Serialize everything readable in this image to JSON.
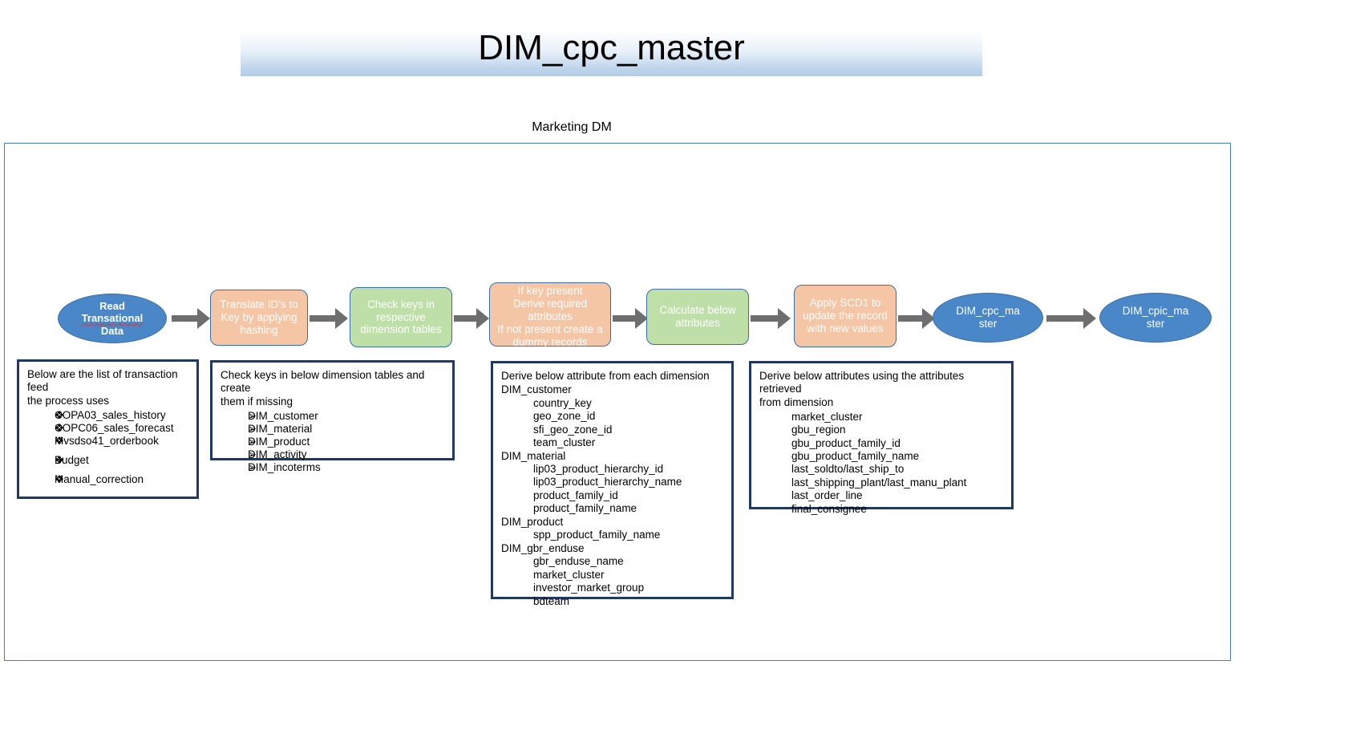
{
  "title": "DIM_cpc_master",
  "section_label": "Marketing DM",
  "colors": {
    "ellipse_fill": "#4a87c8",
    "peach_fill": "#f5c6a5",
    "green_fill": "#bedfa8",
    "node_border": "#3a6ea5",
    "arrow": "#6e6e6e",
    "infobox_border": "#1f3864",
    "container_border": "#4a7ebb"
  },
  "flow": {
    "nodes": [
      {
        "id": "read-transational-data",
        "shape": "ellipse",
        "lines": [
          "Read",
          "Transational",
          "Data"
        ],
        "misspelled_line": "Transational"
      },
      {
        "id": "translate-ids-to-key",
        "shape": "rounded-rect",
        "fill": "peach",
        "lines": [
          "Translate ID’s to",
          "Key by applying",
          "hashing"
        ]
      },
      {
        "id": "check-keys-dimension-tables",
        "shape": "rounded-rect",
        "fill": "green",
        "lines": [
          "Check keys in",
          "respective",
          "dimension tables"
        ]
      },
      {
        "id": "derive-or-create-dummy",
        "shape": "rounded-rect",
        "fill": "peach",
        "lines": [
          "If key present",
          "Derive required",
          "attributes",
          "If not present create a",
          "dummy records"
        ]
      },
      {
        "id": "calculate-below-attributes",
        "shape": "rounded-rect",
        "fill": "green",
        "lines": [
          "Calculate below",
          "attributes"
        ]
      },
      {
        "id": "apply-scd1",
        "shape": "rounded-rect",
        "fill": "peach",
        "lines": [
          "Apply SCD1 to",
          "update the record",
          "with new values"
        ]
      },
      {
        "id": "dim-cpc-master",
        "shape": "ellipse",
        "lines": [
          "DIM_cpc_ma",
          "ster"
        ]
      },
      {
        "id": "dim-cpic-master",
        "shape": "ellipse",
        "lines": [
          "DIM_cpic_ma",
          "ster"
        ]
      }
    ]
  },
  "info_boxes": [
    {
      "id": "transaction-feeds",
      "header": [
        "Below are the list of transaction feed",
        "the process uses"
      ],
      "bullet_glyph": "❖",
      "items": [
        {
          "text": "COPA03_sales_history",
          "spaced": false
        },
        {
          "text": "COPC06_sales_forecast",
          "spaced": false
        },
        {
          "text": "Mvsdso41_orderbook",
          "spaced": false
        },
        {
          "text": "Budget",
          "spaced": true
        },
        {
          "text": "Manual_correction",
          "spaced": true
        }
      ]
    },
    {
      "id": "dimension-tables",
      "header": [
        "Check keys in below dimension tables and create",
        "them if missing"
      ],
      "bullet_glyph": "➢",
      "items": [
        {
          "text": "DIM_customer",
          "spaced": false
        },
        {
          "text": "DIM_material",
          "spaced": false
        },
        {
          "text": "DIM_product",
          "spaced": false
        },
        {
          "text": "DIM_activity",
          "spaced": false
        },
        {
          "text": "DIM_incoterms",
          "spaced": false
        }
      ]
    },
    {
      "id": "derive-attributes-per-dimension",
      "header": [
        "Derive below attribute from each dimension"
      ],
      "groups": [
        {
          "name": "DIM_customer",
          "attrs": [
            "country_key",
            "geo_zone_id",
            "sfi_geo_zone_id",
            "team_cluster"
          ]
        },
        {
          "name": "DIM_material",
          "attrs": [
            "lip03_product_hierarchy_id",
            "lip03_product_hierarchy_name",
            "product_family_id",
            "product_family_name"
          ]
        },
        {
          "name": "DIM_product",
          "attrs": [
            "spp_product_family_name"
          ]
        },
        {
          "name": "DIM_gbr_enduse",
          "attrs": [
            "gbr_enduse_name",
            "market_cluster",
            "investor_market_group",
            "bdteam"
          ]
        }
      ]
    },
    {
      "id": "derived-attributes",
      "header": [
        "Derive below attributes using the attributes retrieved",
        "from dimension"
      ],
      "attrs": [
        "market_cluster",
        "gbu_region",
        "gbu_product_family_id",
        "gbu_product_family_name",
        "last_soldto/last_ship_to",
        "last_shipping_plant/last_manu_plant",
        "last_order_line",
        "final_consignee"
      ]
    }
  ]
}
